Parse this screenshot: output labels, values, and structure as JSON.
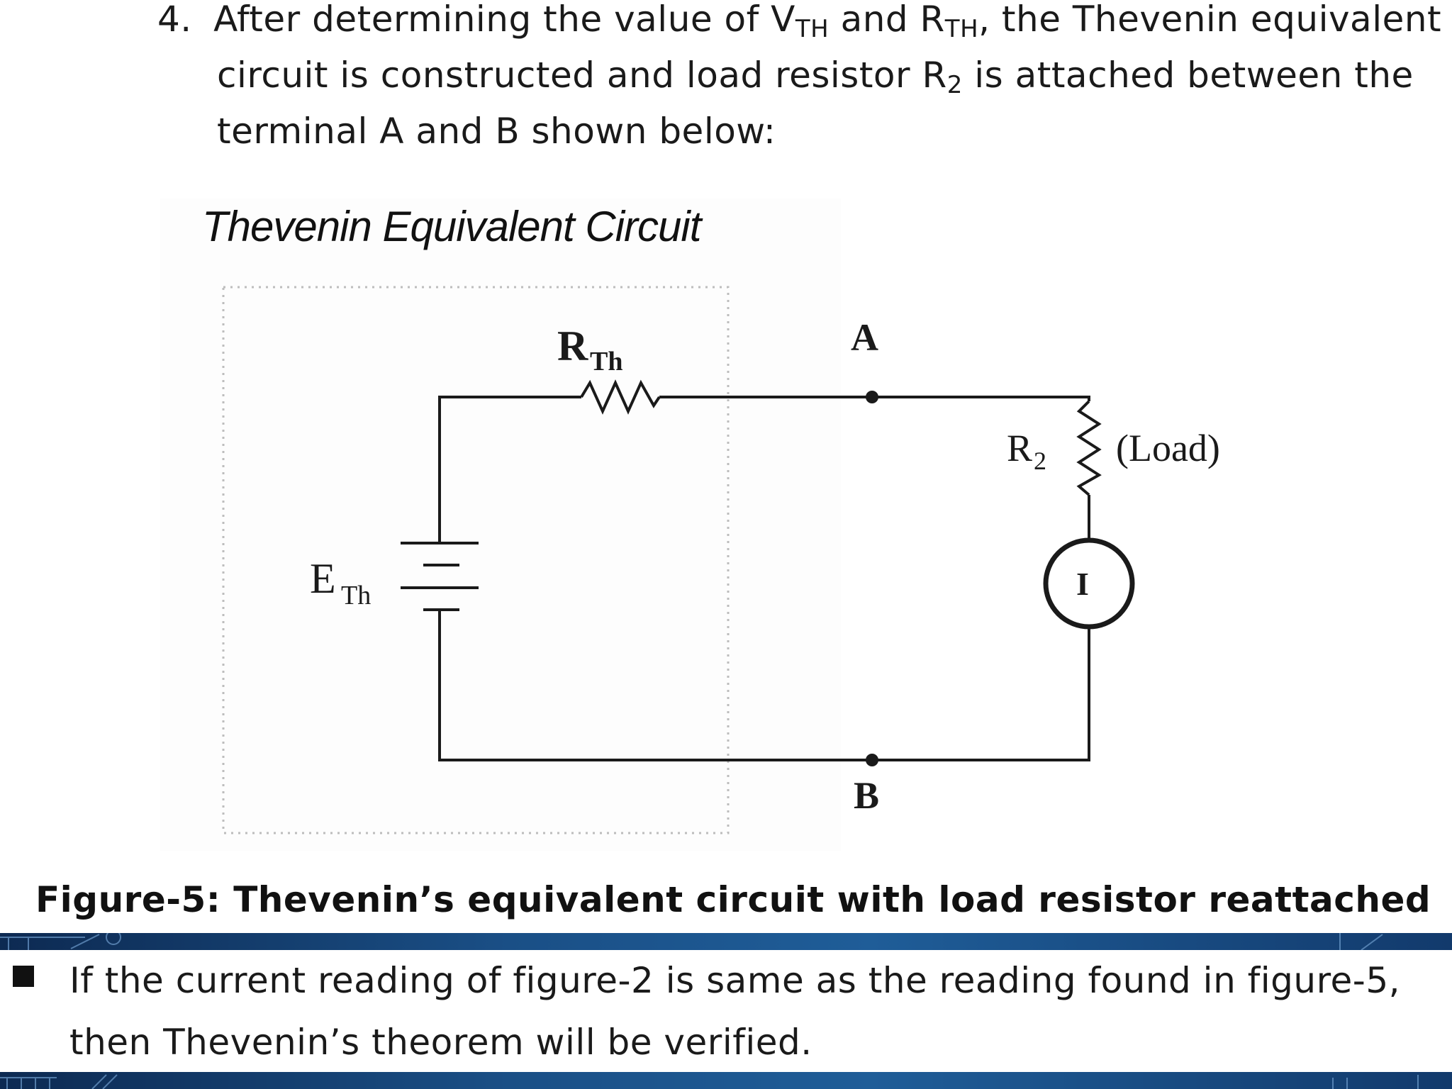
{
  "step": {
    "number": "4.",
    "line1_a": "After determining the value of V",
    "line1_sub1": "TH",
    "line1_b": " and R",
    "line1_sub2": "TH",
    "line1_c": ", the Thevenin equivalent",
    "line2_a": "circuit is constructed and load resistor R",
    "line2_sub": "2",
    "line2_b": " is attached between the",
    "line3": "terminal A and B shown below:"
  },
  "figure": {
    "title": "Thevenin Equivalent Circuit",
    "labels": {
      "rth_main": "R",
      "rth_sub": "Th",
      "eth_main": "E",
      "eth_sub": "Th",
      "terminal_a": "A",
      "terminal_b": "B",
      "r2_main": "R",
      "r2_sub": "2",
      "load": "(Load)",
      "meter": "I"
    },
    "caption": "Figure-5: Thevenin’s equivalent circuit with load resistor reattached"
  },
  "bullet": {
    "line1": "If the current reading of figure-2 is same as the reading found in figure-5,",
    "line2": "then Thevenin’s theorem will be verified."
  },
  "colors": {
    "banner_dark": "#0d2a52",
    "banner_mid": "#1f5d98",
    "wire": "#1a1a1a",
    "box_dots": "#bdbdbd"
  }
}
